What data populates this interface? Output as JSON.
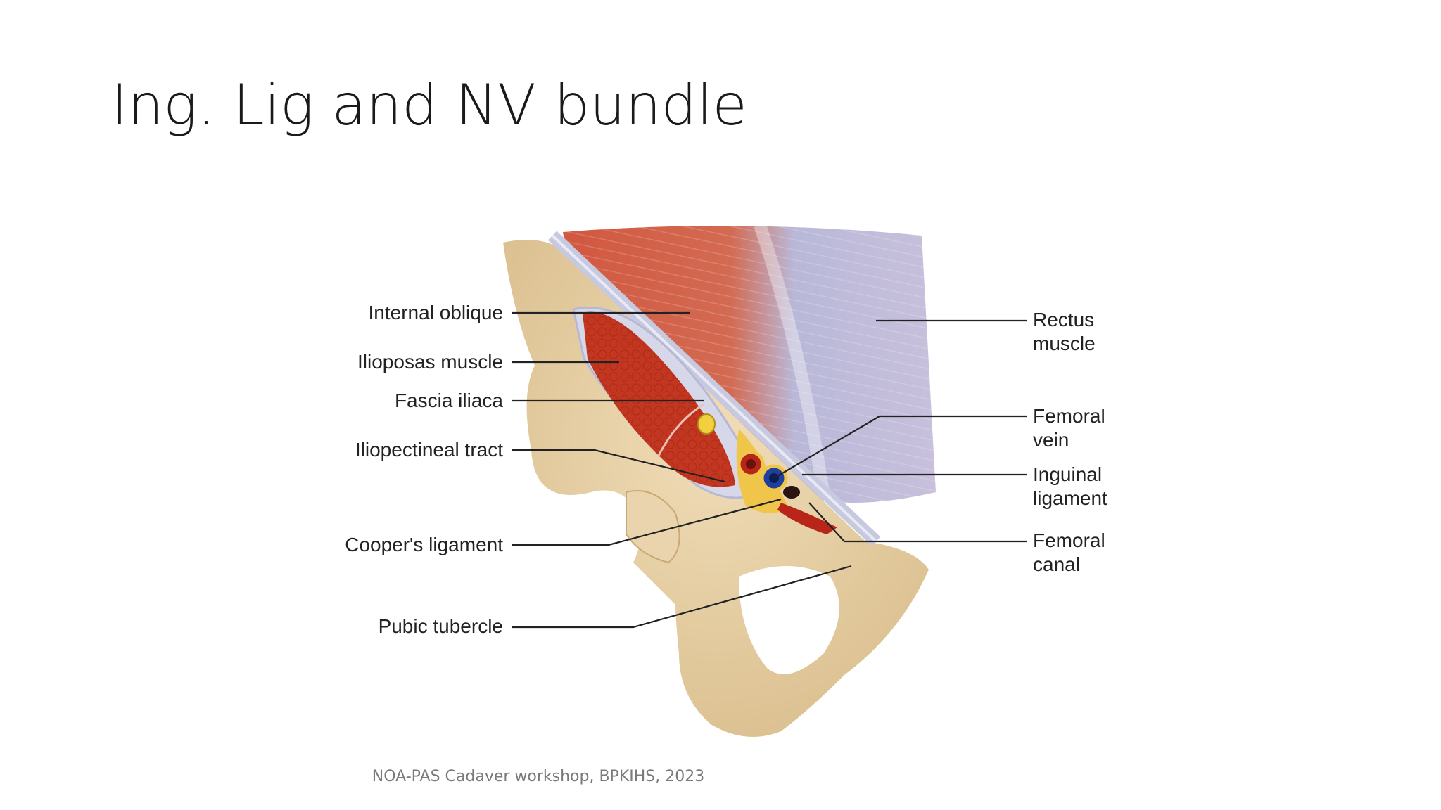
{
  "slide": {
    "title": "Ing. Lig and NV bundle",
    "footer": "NOA-PAS Cadaver workshop, BPKIHS,  2023"
  },
  "diagram": {
    "labels_left": [
      "Internal oblique",
      "Ilioposas muscle",
      "Fascia iliaca",
      "Iliopectineal tract",
      "Cooper's ligament",
      "Pubic tubercle"
    ],
    "labels_right": [
      {
        "line1": "Rectus",
        "line2": "muscle"
      },
      {
        "line1": "Femoral",
        "line2": "vein"
      },
      {
        "line1": "Inguinal",
        "line2": "ligament"
      },
      {
        "line1": "Femoral",
        "line2": "canal"
      }
    ]
  },
  "colors": {
    "bone": "#e8d2ab",
    "muscle": "#c8402e",
    "fascia": "#c7c9e0",
    "vein": "#1f3fa0",
    "artery": "#b8261a",
    "nerve": "#f2cf3f"
  }
}
